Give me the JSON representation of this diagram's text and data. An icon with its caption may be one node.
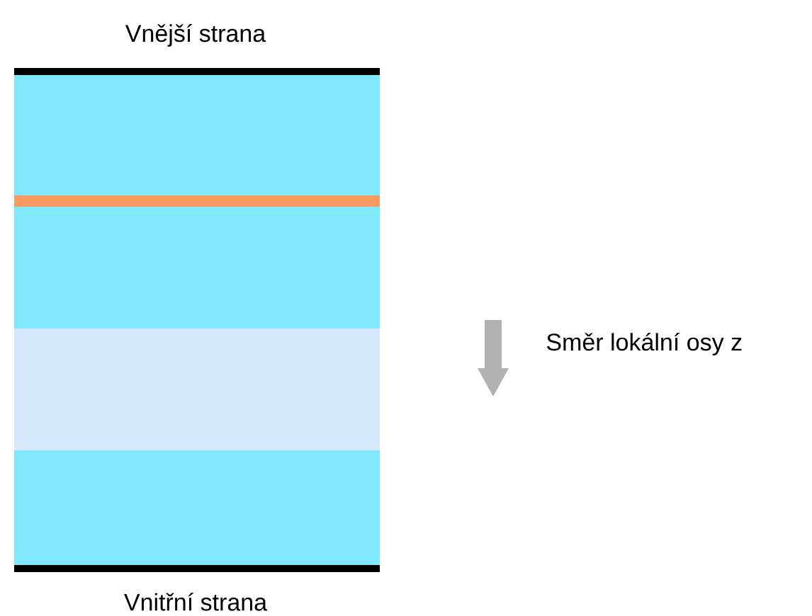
{
  "diagram": {
    "labels": [
      "Vnější strana",
      "Směr lokální osy z",
      "Vnitřní strana"
    ]
  }
}
